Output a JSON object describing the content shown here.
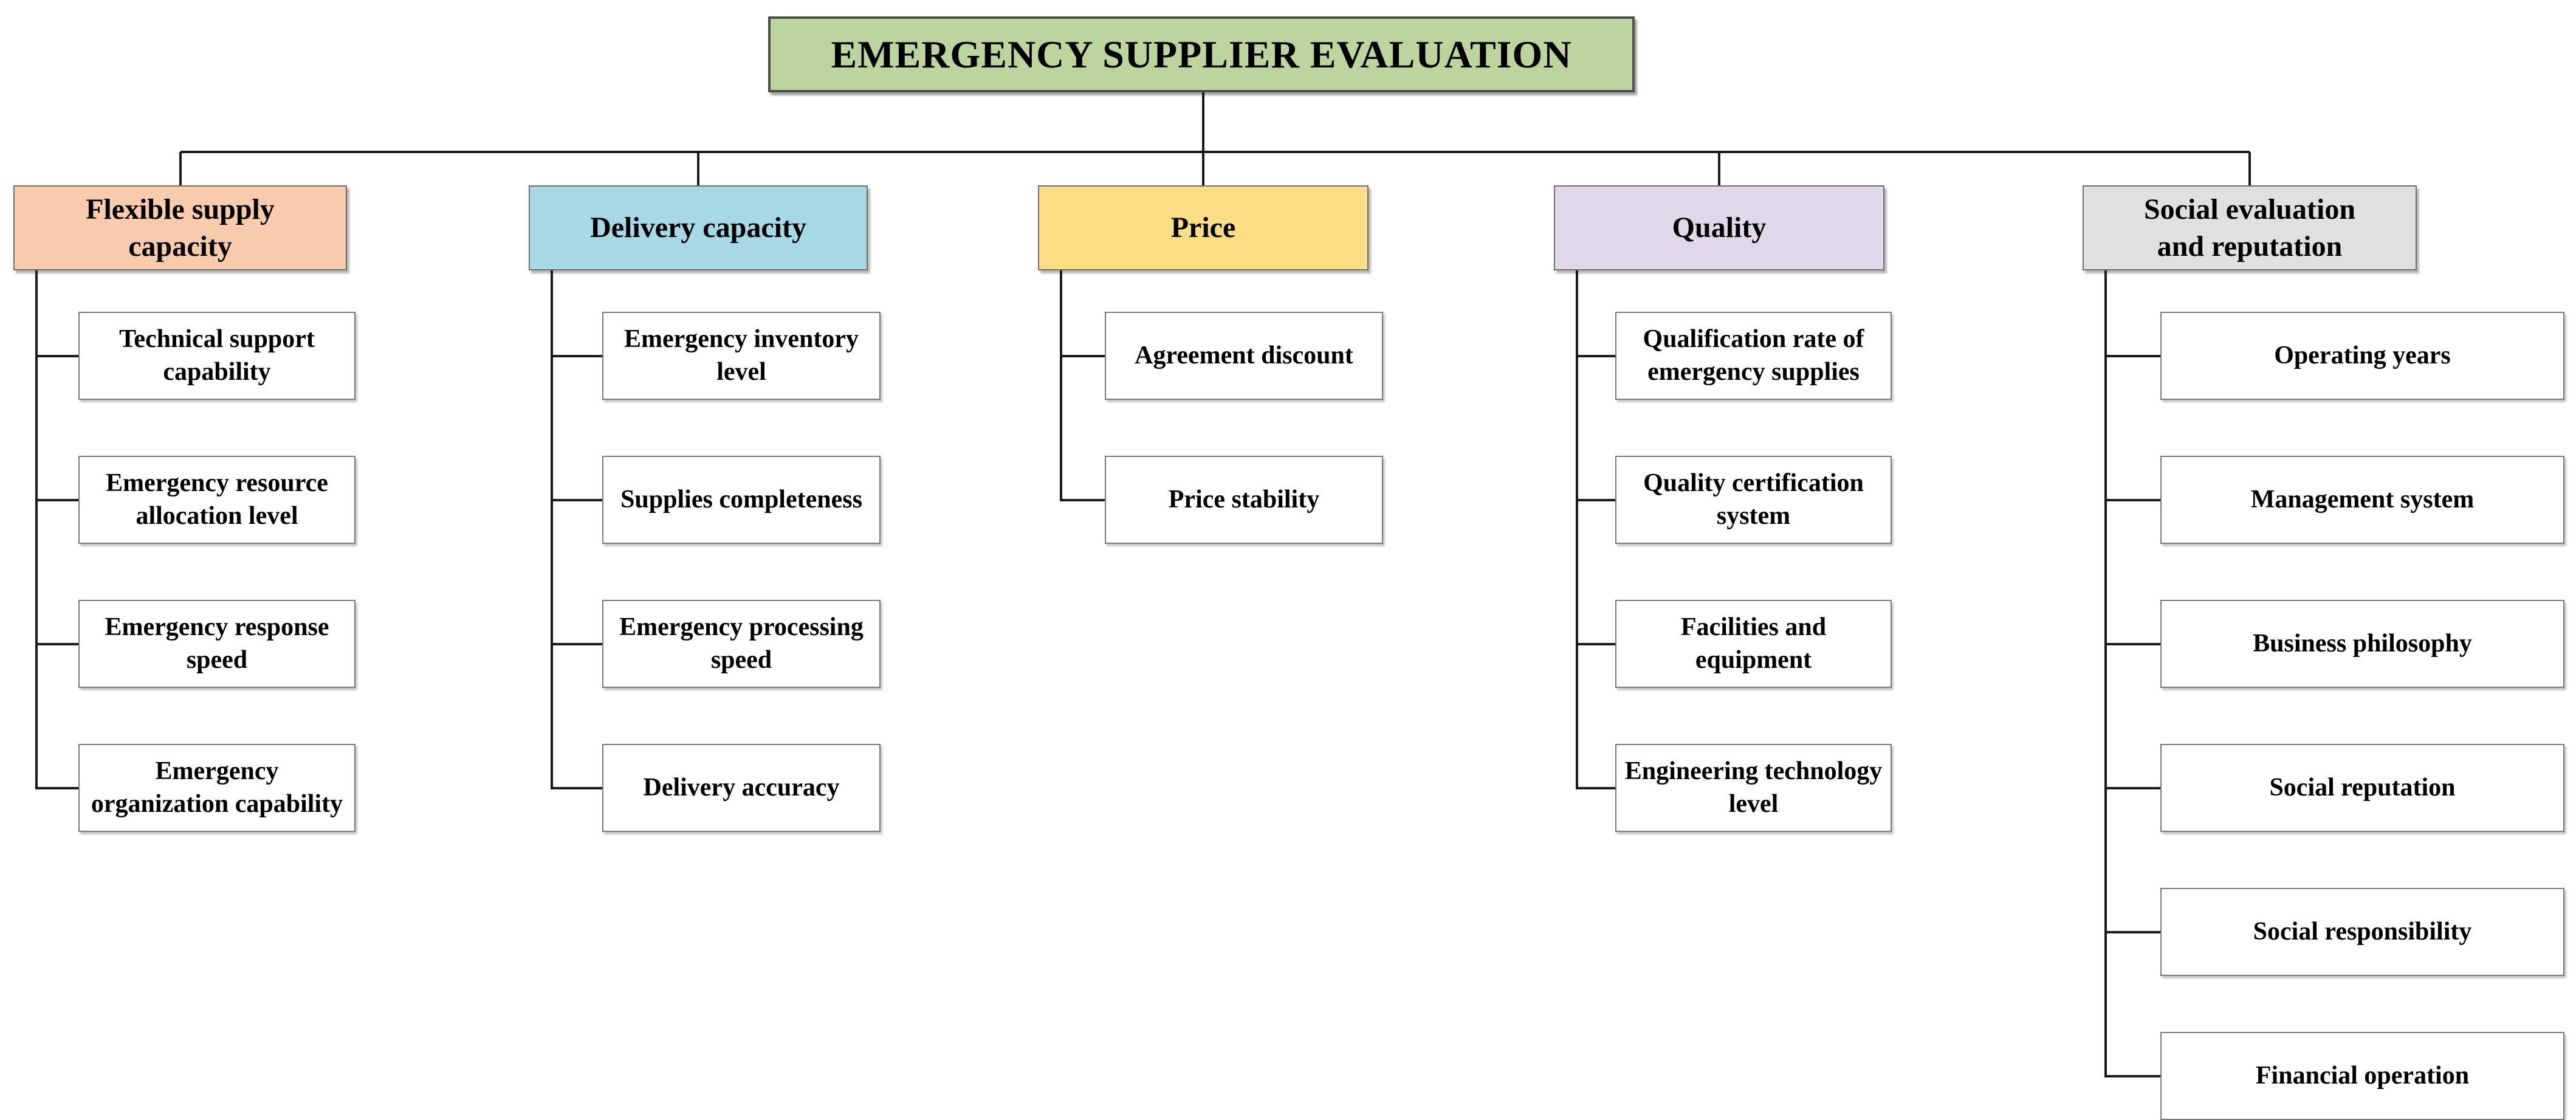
{
  "diagram": {
    "title": "EMERGENCY SUPPLIER EVALUATION",
    "title_fill": "#BCD49E",
    "criterion_fill": "#FFFFFF",
    "line_color": "#1A1A1A",
    "text_color": "#000000",
    "categories": [
      {
        "label": "Flexible supply capacity",
        "fill": "#F8CBAD",
        "children": [
          "Technical support capability",
          "Emergency resource allocation level",
          "Emergency response speed",
          "Emergency organization capability"
        ]
      },
      {
        "label": "Delivery capacity",
        "fill": "#A6D8E5",
        "children": [
          "Emergency inventory level",
          "Supplies completeness",
          "Emergency processing speed",
          "Delivery accuracy"
        ]
      },
      {
        "label": "Price",
        "fill": "#FBDD85",
        "children": [
          "Agreement discount",
          "Price stability"
        ]
      },
      {
        "label": "Quality",
        "fill": "#E0D7E8",
        "children": [
          "Qualification rate of emergency supplies",
          "Quality certification system",
          "Facilities and equipment",
          "Engineering technology level"
        ]
      },
      {
        "label": "Social evaluation and reputation",
        "fill": "#E0E0E0",
        "children": [
          "Operating years",
          "Management system",
          "Business philosophy",
          "Social reputation",
          "Social responsibility",
          "Financial operation"
        ]
      }
    ]
  }
}
